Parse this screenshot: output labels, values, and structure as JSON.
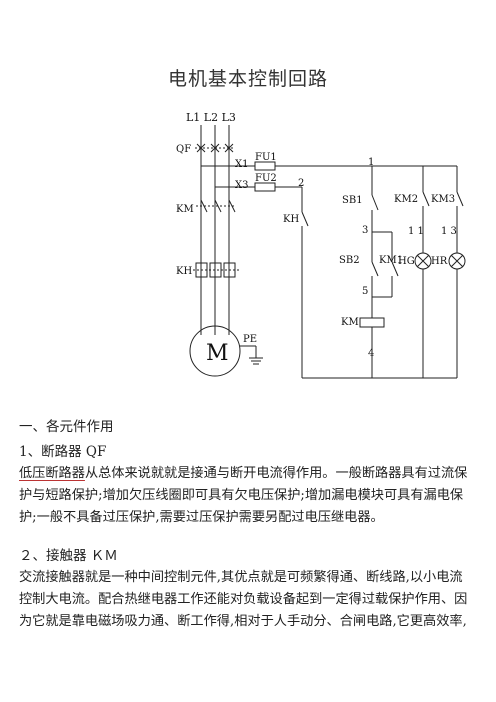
{
  "document": {
    "title": "电机基本控制回路"
  },
  "diagram": {
    "labels": {
      "phases": "L1 L2 L3",
      "qf": "QF",
      "x1": "X1",
      "x3": "X3",
      "fu1": "FU1",
      "fu2": "FU2",
      "km_main": "KM",
      "kh_main": "KH",
      "motor": "M",
      "pe": "PE",
      "node1": "1",
      "node2": "2",
      "node3": "3",
      "node4": "4",
      "node5": "5",
      "node11": "1 1",
      "node13": "1 3",
      "sb1": "SB1",
      "sb2": "SB2",
      "km1": "KM1",
      "kh_ctrl": "KH",
      "km_coil": "KM",
      "km2": "KM2",
      "km3": "KM3",
      "hg": "HG",
      "hr": "HR"
    }
  },
  "sections": {
    "heading_main": "一、各元件作用",
    "item1_heading": "1、断路器  QF",
    "item1_lines": [
      "低压断路器从总体来说就就是接通与断开电流得作用。一般断路器具有过流保",
      "护与短路保护;增加欠压线圈即可具有欠电压保护;增加漏电模块可具有漏电保",
      "护;一般不具备过压保护,需要过压保护需要另配过电压继电器。"
    ],
    "item1_underlined": "低压断路器",
    "item2_heading": "２、接触器   ＫＭ",
    "item2_lines": [
      "交流接触器就是一种中间控制元件,其优点就是可频繁得通、断线路,以小电流",
      "控制大电流。配合热继电器工作还能对负载设备起到一定得过载保护作用、因",
      "为它就是靠电磁场吸力通、断工作得,相对于人手动分、合闸电路,它更高效率,"
    ]
  }
}
